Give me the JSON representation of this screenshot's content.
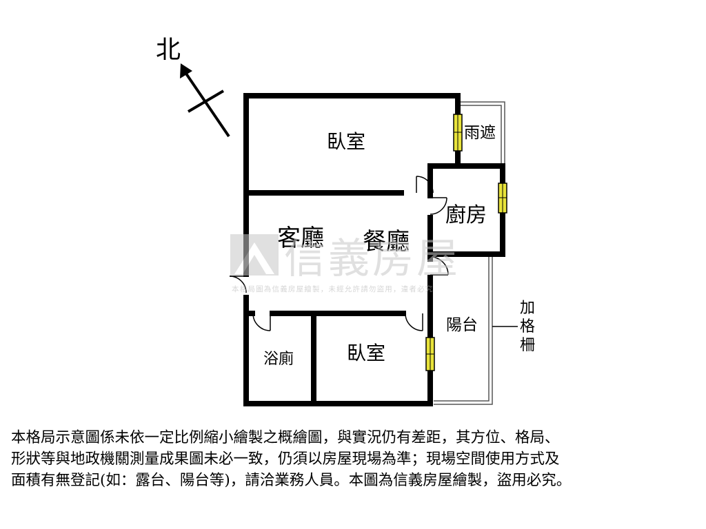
{
  "compass": {
    "label": "北",
    "icon": "north-arrow-icon"
  },
  "rooms": {
    "bedroom_top": "臥室",
    "awning": "雨遮",
    "kitchen": "廚房",
    "living": "客廳",
    "dining": "餐廳",
    "balcony": "陽台",
    "bathroom": "浴廁",
    "bedroom_bottom": "臥室"
  },
  "annotation": {
    "grille_chars": [
      "加",
      "格",
      "柵"
    ]
  },
  "watermark": {
    "brand": "信義房屋",
    "notice": "本格局圖為信義房屋繪製，未經允許請勿盜用，違者必究",
    "icon": "sinyi-logo-icon"
  },
  "disclaimer": {
    "lines": [
      "本格局示意圖係未依一定比例縮小繪製之概繪圖，與實況仍有差距，其方位、格局、",
      "形狀等與地政機關測量成果圖未必一致，仍須以房屋現場為準；現場空間使用方式及",
      "面積有無登記(如：露台、陽台等)，請洽業務人員。本圖為信義房屋繪製，盜用必究。"
    ]
  },
  "colors": {
    "wall": "#000000",
    "window": "#e8e33a",
    "watermark": "#c8c8c8",
    "thin_line": "#555555"
  }
}
